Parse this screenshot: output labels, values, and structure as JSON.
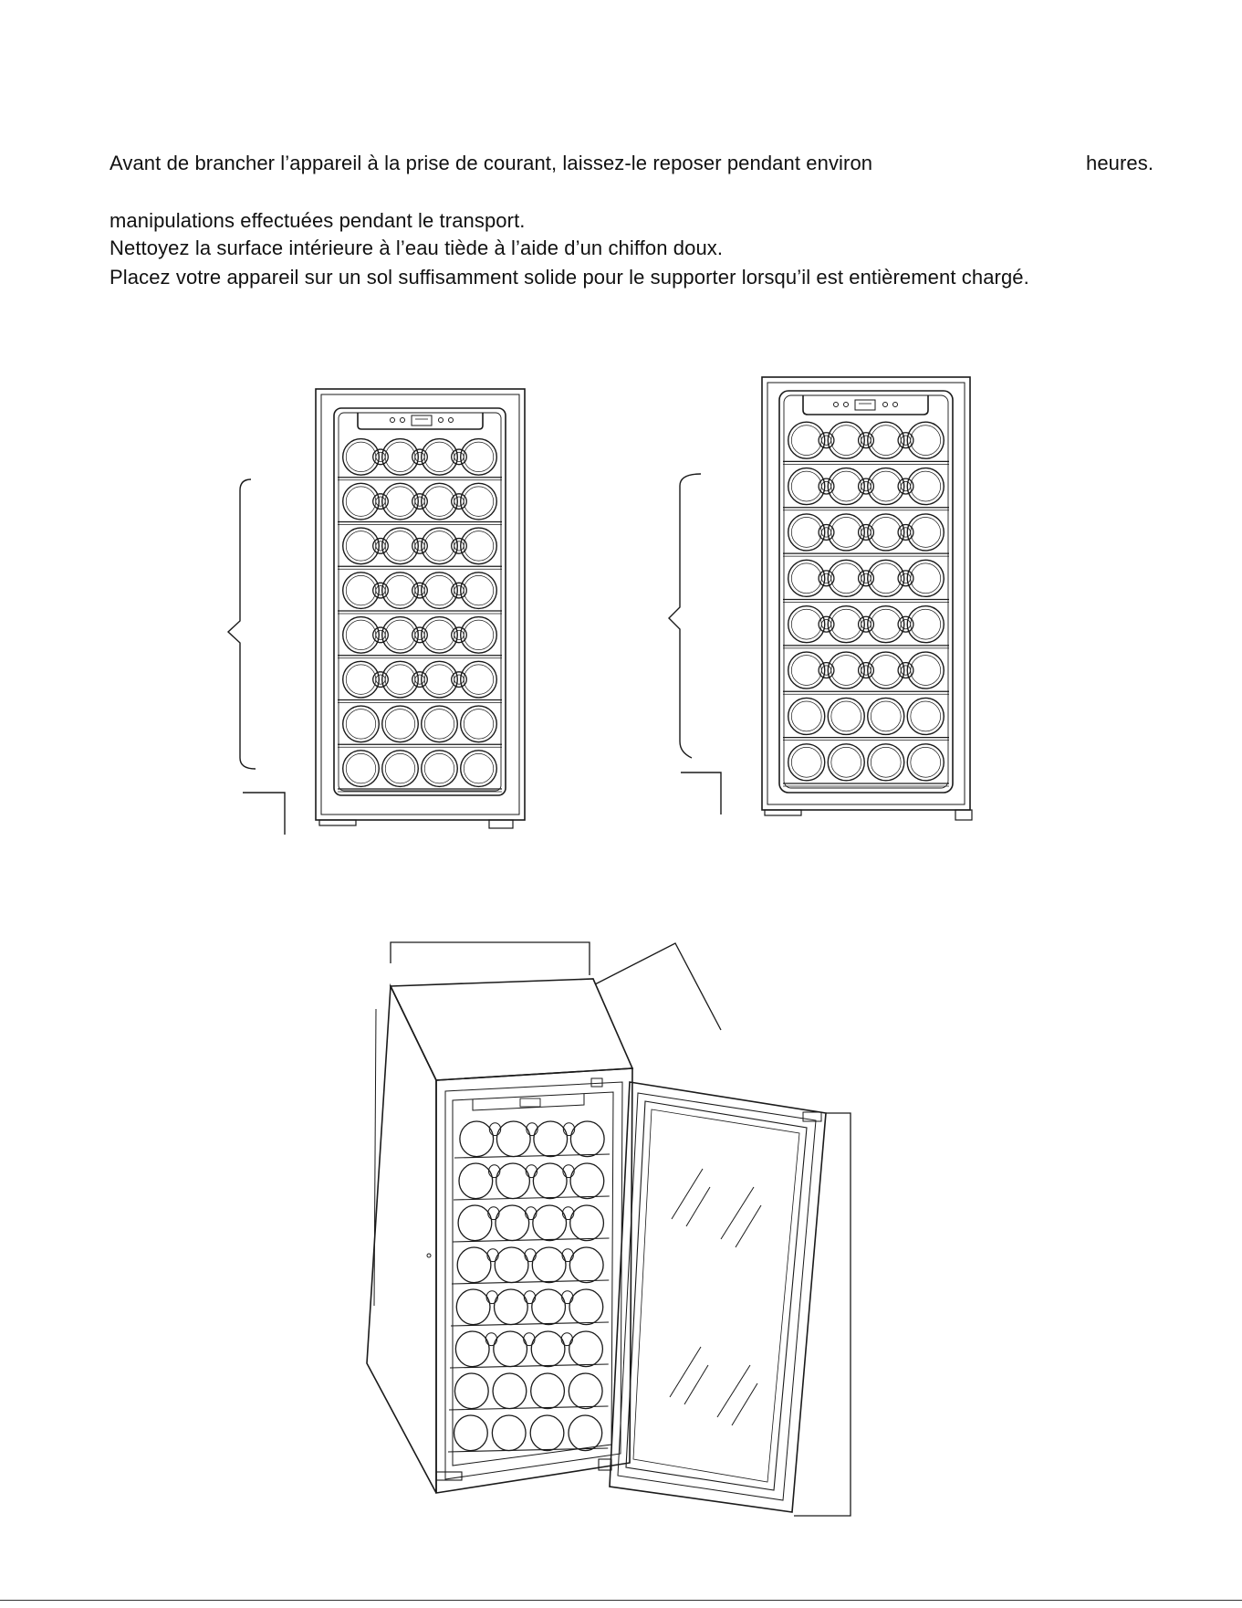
{
  "instructions": {
    "line_1_left": "Avant de brancher l’appareil à la prise de courant, laissez-le reposer pendant environ",
    "line_1_right": "heures.",
    "line_2": "manipulations effectuées pendant le transport.",
    "line_3": "Nettoyez la surface intérieure à l’eau tiède à l’aide d’un chiffon doux.",
    "line_4": "Placez votre appareil sur un sol suffisamment solide pour le supporter lorsqu’il est entièrement chargé."
  },
  "figures": {
    "front_view_left": {
      "shelf_rows": 8,
      "bottles_per_row": 4
    },
    "front_view_right": {
      "shelf_rows": 8,
      "bottles_per_row": 4
    },
    "perspective_view": {
      "shelf_rows": 8,
      "bottles_per_row": 4,
      "door": "open"
    }
  }
}
